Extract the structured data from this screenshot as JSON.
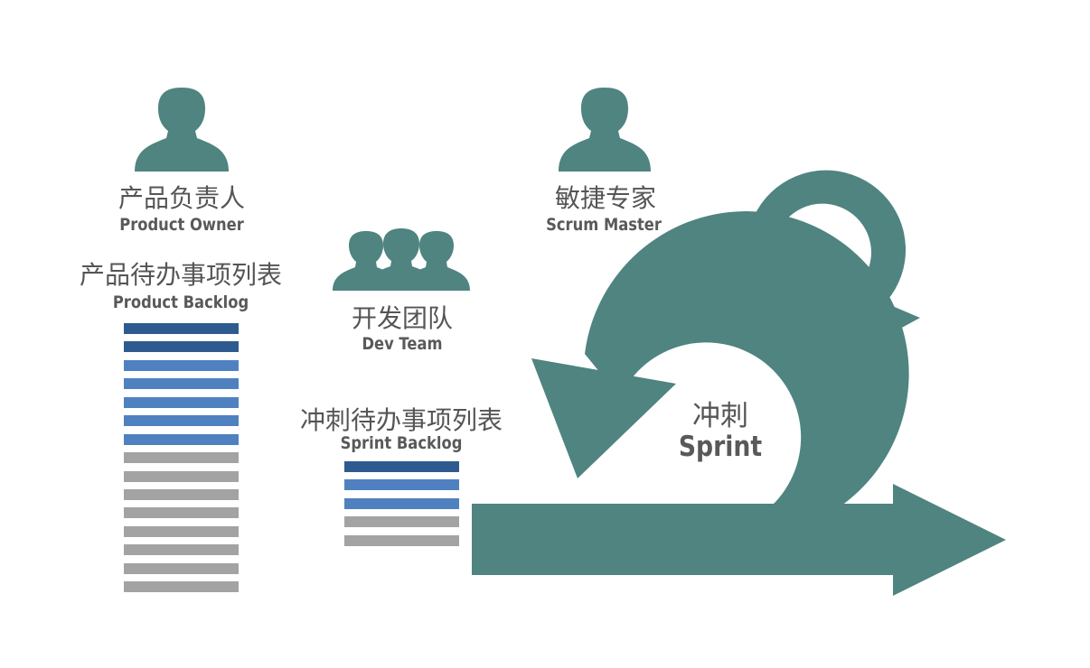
{
  "roles": {
    "product_owner": {
      "zh": "产品负责人",
      "en": "Product Owner",
      "icon": "person-icon"
    },
    "scrum_master": {
      "zh": "敏捷专家",
      "en": "Scrum Master",
      "icon": "person-icon"
    },
    "dev_team": {
      "zh": "开发团队",
      "en": "Dev Team",
      "icon": "team-icon"
    }
  },
  "product_backlog": {
    "zh": "产品待办事项列表",
    "en": "Product Backlog",
    "items": [
      "dark",
      "dark",
      "blue",
      "blue",
      "blue",
      "blue",
      "blue",
      "gray",
      "gray",
      "gray",
      "gray",
      "gray",
      "gray",
      "gray",
      "gray"
    ]
  },
  "sprint_backlog": {
    "zh": "冲刺待办事项列表",
    "en": "Sprint Backlog",
    "items": [
      "dark",
      "blue",
      "blue",
      "gray",
      "gray"
    ]
  },
  "sprint": {
    "zh": "冲刺",
    "en": "Sprint"
  },
  "colors": {
    "teal": "#4f8480",
    "dark_blue": "#2e5b8f",
    "blue": "#4f81c1",
    "gray": "#a3a3a3",
    "text": "#555555"
  }
}
